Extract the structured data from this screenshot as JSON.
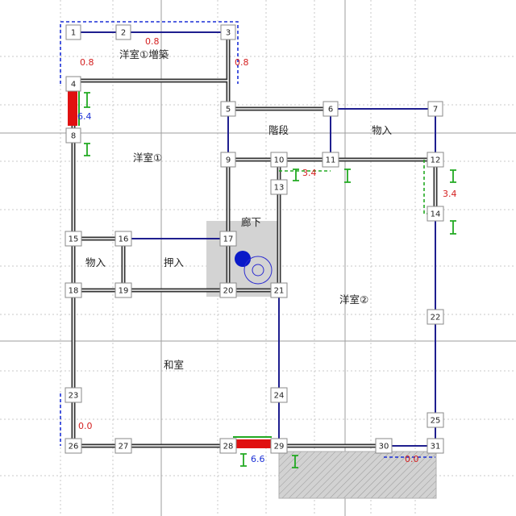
{
  "rooms": {
    "yoshitsu1_zouchiku": "洋室①増築",
    "kaidan": "階段",
    "monoire_top": "物入",
    "yoshitsu1": "洋室①",
    "rouka": "廊下",
    "monoire_left": "物入",
    "oshiire": "押入",
    "yoshitsu2": "洋室②",
    "washitsu": "和室"
  },
  "nodes": [
    {
      "id": "1",
      "label": "1"
    },
    {
      "id": "2",
      "label": "2"
    },
    {
      "id": "3",
      "label": "3"
    },
    {
      "id": "4",
      "label": "4"
    },
    {
      "id": "5",
      "label": "5"
    },
    {
      "id": "6",
      "label": "6"
    },
    {
      "id": "7",
      "label": "7"
    },
    {
      "id": "8",
      "label": "8"
    },
    {
      "id": "9",
      "label": "9"
    },
    {
      "id": "10",
      "label": "10"
    },
    {
      "id": "11",
      "label": "11"
    },
    {
      "id": "12",
      "label": "12"
    },
    {
      "id": "13",
      "label": "13"
    },
    {
      "id": "14",
      "label": "14"
    },
    {
      "id": "15",
      "label": "15"
    },
    {
      "id": "16",
      "label": "16"
    },
    {
      "id": "17",
      "label": "17"
    },
    {
      "id": "18",
      "label": "18"
    },
    {
      "id": "19",
      "label": "19"
    },
    {
      "id": "20",
      "label": "20"
    },
    {
      "id": "21",
      "label": "21"
    },
    {
      "id": "22",
      "label": "22"
    },
    {
      "id": "23",
      "label": "23"
    },
    {
      "id": "24",
      "label": "24"
    },
    {
      "id": "25",
      "label": "25"
    },
    {
      "id": "26",
      "label": "26"
    },
    {
      "id": "27",
      "label": "27"
    },
    {
      "id": "28",
      "label": "28"
    },
    {
      "id": "29",
      "label": "29"
    },
    {
      "id": "30",
      "label": "30"
    },
    {
      "id": "31",
      "label": "31"
    }
  ],
  "values": {
    "v_top": "0.8",
    "v_left_1": "0.8",
    "v_right_3": "0.8",
    "v_wall_4_8": "6.4",
    "v_10_11": "3.4",
    "v_12_14": "3.4",
    "v_23_26": "0.0",
    "v_28_29": "6.6",
    "v_30_31": "0.0"
  },
  "colors": {
    "wall_blue": "#1f1f8f",
    "wall_double": "#333333",
    "red_marker": "#e01010",
    "green_marker": "#22aa22",
    "dashed_blue": "#1a2fd6",
    "dashed_green": "#22aa22",
    "hall_fill": "#d3d3d3",
    "hatch_fill": "#cfcfcf",
    "circle_blue": "#0a19c8"
  }
}
